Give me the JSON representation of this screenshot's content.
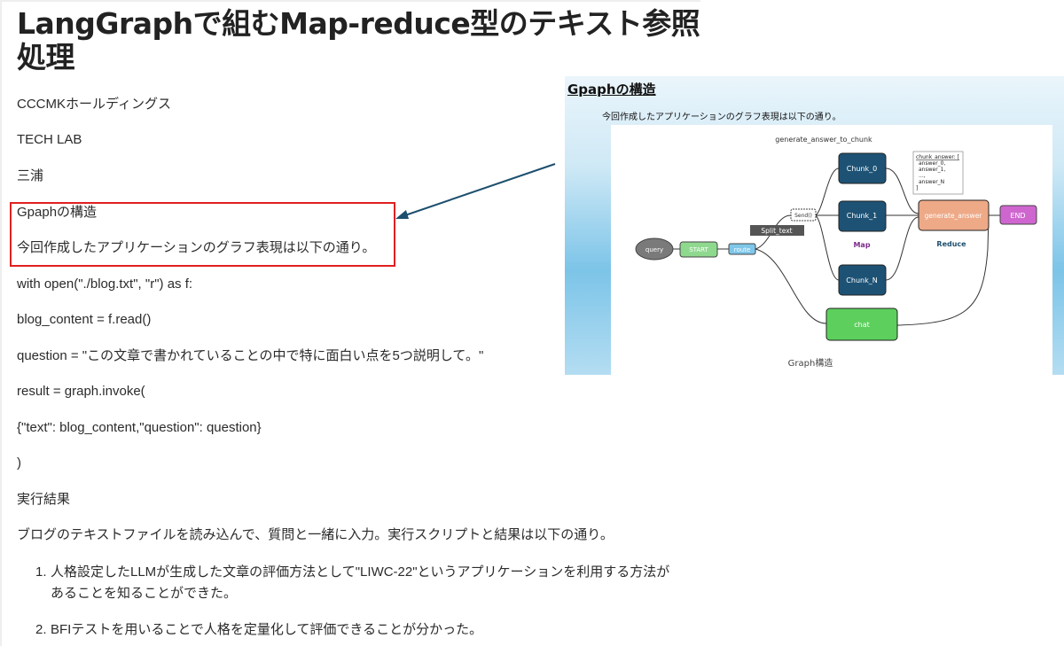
{
  "article": {
    "title": "LangGraphで組むMap-reduce型のテキスト参照処理",
    "company": "CCCMKホールディングス",
    "team": "TECH LAB",
    "author": "三浦",
    "section_heading": "Gpaphの構造",
    "section_text": "今回作成したアプリケーションのグラフ表現は以下の通り。",
    "code_lines": [
      "with open(\"./blog.txt\", \"r\") as f:",
      "blog_content = f.read()",
      "question = \"この文章で書かれていることの中で特に面白い点を5つ説明して。\"",
      "result = graph.invoke(",
      "{\"text\": blog_content,\"question\": question}",
      ")"
    ],
    "result_heading": "実行結果",
    "result_text": "ブログのテキストファイルを読み込んで、質問と一緒に入力。実行スクリプトと結果は以下の通り。",
    "list": [
      {
        "num": "1.",
        "line1": "人格設定したLLMが生成した文章の評価方法として\"LIWC-22\"というアプリケーションを利用する方法が",
        "line2": "あることを知ることができた。"
      },
      {
        "num": "2.",
        "line1": "BFIテストを用いることで人格を定量化して評価できることが分かった。"
      }
    ]
  },
  "slide": {
    "title": "Gpaphの構造",
    "subtitle": "今回作成したアプリケーションのグラフ表現は以下の通り。",
    "diagram": {
      "top_label": "generate_answer_to_chunk",
      "nodes": {
        "query": "query",
        "start": "START",
        "route": "route",
        "split_text": "Split_text",
        "send": "Send()",
        "chunk0": "Chunk_0",
        "chunk1": "Chunk_1",
        "chunkN": "Chunk_N",
        "chat": "chat",
        "generate_answer": "generate_answer",
        "end": "END"
      },
      "map_label": "Map",
      "reduce_label": "Reduce",
      "chunk_answer_note": [
        "chunk_answer: [",
        "answer_0,",
        "answer_1,",
        "...,",
        "answer_N",
        "]"
      ],
      "caption": "Graph構造"
    }
  },
  "colors": {
    "highlight_border": "#e02020",
    "arrow": "#1d4f6e",
    "chunk_node": "#1d5275",
    "start_node": "#8fd98f",
    "route_node": "#7fc7ea",
    "chat_node": "#5ccf5c",
    "generate_node": "#eea987",
    "end_node": "#cf66cf",
    "map_label": "#7a2a8a",
    "reduce_label": "#1d4f6e"
  }
}
